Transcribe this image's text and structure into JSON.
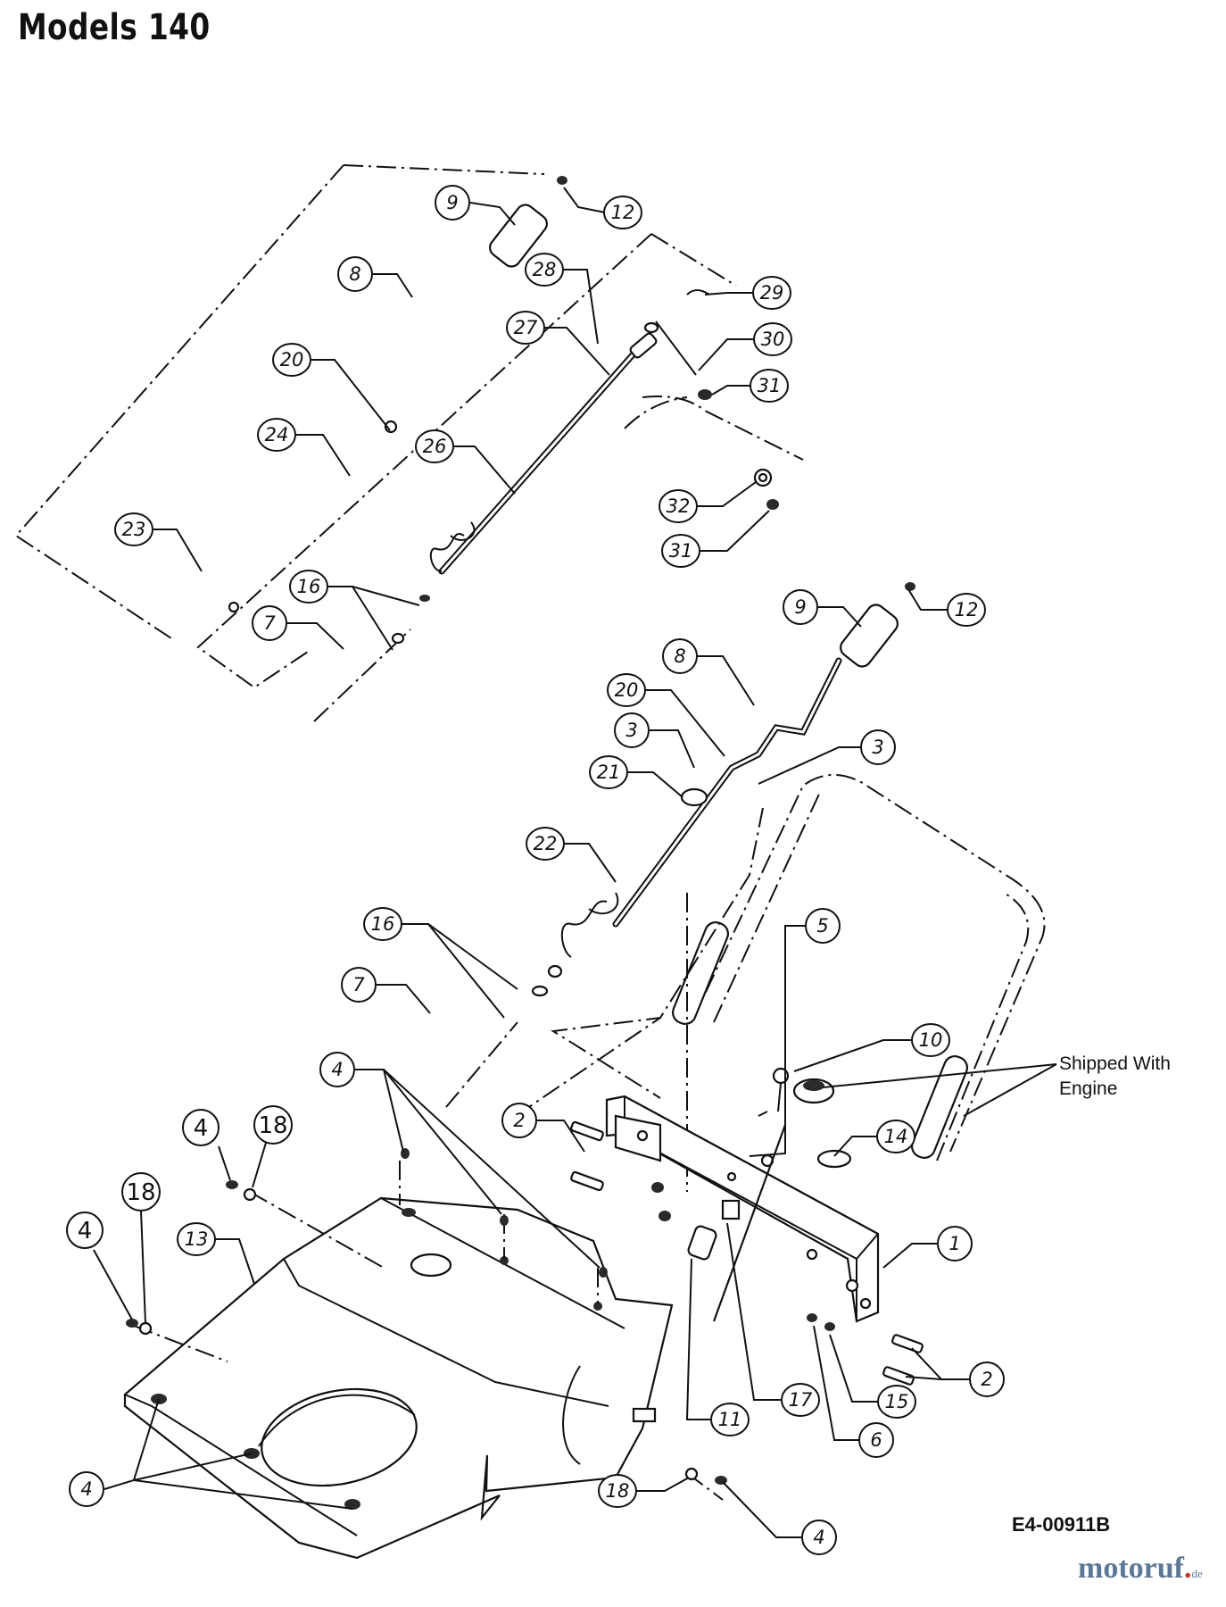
{
  "page": {
    "title": "Models 140",
    "drawing_code": "E4-00911B",
    "brand": {
      "main": "motoruf",
      "dot": ".",
      "tld": "de",
      "accent_color": "#c8382d",
      "base_color": "#5d7896"
    }
  },
  "note": {
    "line1": "Shipped With",
    "line2": "Engine"
  },
  "callouts": {
    "top_9": "9",
    "top_12": "12",
    "top_8": "8",
    "top_20": "20",
    "top_24": "24",
    "top_23": "23",
    "top_28": "28",
    "top_27": "27",
    "top_26": "26",
    "top_29": "29",
    "top_30": "30",
    "top_31a": "31",
    "top_32": "32",
    "top_31b": "31",
    "top_16": "16",
    "top_7": "7",
    "mid_9": "9",
    "mid_12": "12",
    "mid_8": "8",
    "mid_20": "20",
    "mid_3a": "3",
    "mid_3b": "3",
    "mid_21": "21",
    "mid_22": "22",
    "mid_16": "16",
    "mid_7": "7",
    "mid_5": "5",
    "mid_10": "10",
    "mid_14": "14",
    "mid_1": "1",
    "mid_2a": "2",
    "mid_2b": "2",
    "mid_15": "15",
    "mid_6": "6",
    "mid_17": "17",
    "mid_11": "11",
    "low_4a": "4",
    "low_4b": "4",
    "low_18a": "18",
    "low_4c": "4",
    "low_18b": "18",
    "low_13": "13",
    "low_4d": "4",
    "low_18c": "18",
    "low_4e": "4"
  }
}
